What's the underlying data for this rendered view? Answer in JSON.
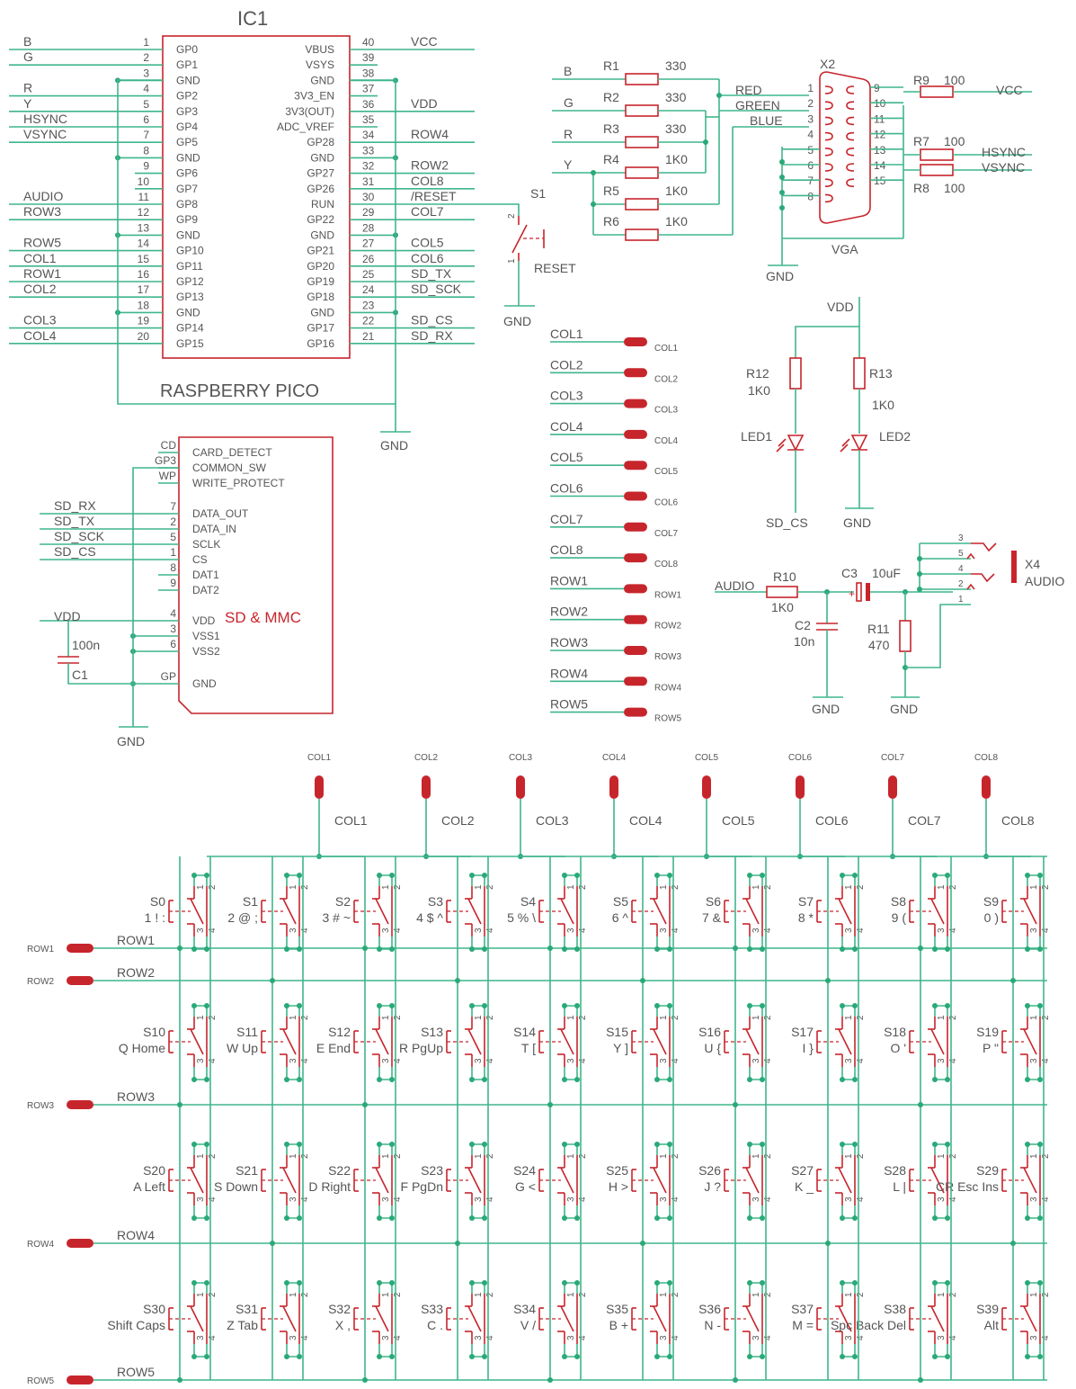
{
  "pico": {
    "ref": "IC1",
    "name": "RASPBERRY PICO",
    "left_pins": [
      {
        "num": "1",
        "pin": "GP0",
        "net": "B"
      },
      {
        "num": "2",
        "pin": "GP1",
        "net": "G"
      },
      {
        "num": "3",
        "pin": "GND",
        "net": ""
      },
      {
        "num": "4",
        "pin": "GP2",
        "net": "R"
      },
      {
        "num": "5",
        "pin": "GP3",
        "net": "Y"
      },
      {
        "num": "6",
        "pin": "GP4",
        "net": "HSYNC"
      },
      {
        "num": "7",
        "pin": "GP5",
        "net": "VSYNC"
      },
      {
        "num": "8",
        "pin": "GND",
        "net": ""
      },
      {
        "num": "9",
        "pin": "GP6",
        "net": ""
      },
      {
        "num": "10",
        "pin": "GP7",
        "net": ""
      },
      {
        "num": "11",
        "pin": "GP8",
        "net": "AUDIO"
      },
      {
        "num": "12",
        "pin": "GP9",
        "net": "ROW3"
      },
      {
        "num": "13",
        "pin": "GND",
        "net": ""
      },
      {
        "num": "14",
        "pin": "GP10",
        "net": "ROW5"
      },
      {
        "num": "15",
        "pin": "GP11",
        "net": "COL1"
      },
      {
        "num": "16",
        "pin": "GP12",
        "net": "ROW1"
      },
      {
        "num": "17",
        "pin": "GP13",
        "net": "COL2"
      },
      {
        "num": "18",
        "pin": "GND",
        "net": ""
      },
      {
        "num": "19",
        "pin": "GP14",
        "net": "COL3"
      },
      {
        "num": "20",
        "pin": "GP15",
        "net": "COL4"
      }
    ],
    "right_pins": [
      {
        "num": "40",
        "pin": "VBUS",
        "net": "VCC"
      },
      {
        "num": "39",
        "pin": "VSYS",
        "net": ""
      },
      {
        "num": "38",
        "pin": "GND",
        "net": ""
      },
      {
        "num": "37",
        "pin": "3V3_EN",
        "net": ""
      },
      {
        "num": "36",
        "pin": "3V3(OUT)",
        "net": "VDD"
      },
      {
        "num": "35",
        "pin": "ADC_VREF",
        "net": ""
      },
      {
        "num": "34",
        "pin": "GP28",
        "net": "ROW4"
      },
      {
        "num": "33",
        "pin": "GND",
        "net": ""
      },
      {
        "num": "32",
        "pin": "GP27",
        "net": "ROW2"
      },
      {
        "num": "31",
        "pin": "GP26",
        "net": "COL8"
      },
      {
        "num": "30",
        "pin": "RUN",
        "net": "/RESET"
      },
      {
        "num": "29",
        "pin": "GP22",
        "net": "COL7"
      },
      {
        "num": "28",
        "pin": "GND",
        "net": ""
      },
      {
        "num": "27",
        "pin": "GP21",
        "net": "COL5"
      },
      {
        "num": "26",
        "pin": "GP20",
        "net": "COL6"
      },
      {
        "num": "25",
        "pin": "GP19",
        "net": "SD_TX"
      },
      {
        "num": "24",
        "pin": "GP18",
        "net": "SD_SCK"
      },
      {
        "num": "23",
        "pin": "GND",
        "net": ""
      },
      {
        "num": "22",
        "pin": "GP17",
        "net": "SD_CS"
      },
      {
        "num": "21",
        "pin": "GP16",
        "net": "SD_RX"
      }
    ],
    "gnd": "GND"
  },
  "vga": {
    "ref": "X2",
    "name": "VGA",
    "gnd": "GND",
    "nets": {
      "red": "RED",
      "green": "GREEN",
      "blue": "BLUE",
      "vcc": "VCC",
      "hsync": "HSYNC",
      "vsync": "VSYNC"
    },
    "left_pins": [
      "1",
      "2",
      "3",
      "4",
      "5",
      "6",
      "7",
      "8"
    ],
    "right_pins": [
      "9",
      "10",
      "11",
      "12",
      "13",
      "14",
      "15"
    ],
    "resistors": [
      {
        "ref": "R1",
        "value": "330",
        "net": "B"
      },
      {
        "ref": "R2",
        "value": "330",
        "net": "G"
      },
      {
        "ref": "R3",
        "value": "330",
        "net": "R"
      },
      {
        "ref": "R4",
        "value": "1K0",
        "net": "Y"
      },
      {
        "ref": "R5",
        "value": "1K0",
        "net": ""
      },
      {
        "ref": "R6",
        "value": "1K0",
        "net": ""
      }
    ],
    "out_resistors": [
      {
        "ref": "R9",
        "value": "100"
      },
      {
        "ref": "R7",
        "value": "100"
      },
      {
        "ref": "R8",
        "value": "100"
      }
    ]
  },
  "reset": {
    "ref": "S1",
    "name": "RESET",
    "gnd": "GND",
    "pin1": "1",
    "pin2": "2"
  },
  "leds": {
    "vdd": "VDD",
    "gnd": "GND",
    "net": "SD_CS",
    "items": [
      {
        "res_ref": "R12",
        "res_value": "1K0",
        "led_ref": "LED1"
      },
      {
        "res_ref": "R13",
        "res_value": "1K0",
        "led_ref": "LED2"
      }
    ]
  },
  "sd": {
    "title": "SD & MMC",
    "pins": [
      {
        "num": "CD",
        "pin": "CARD_DETECT"
      },
      {
        "num": "GP3",
        "pin": "COMMON_SW"
      },
      {
        "num": "WP",
        "pin": "WRITE_PROTECT"
      },
      {
        "num": "7",
        "pin": "DATA_OUT",
        "net": "SD_RX"
      },
      {
        "num": "2",
        "pin": "DATA_IN",
        "net": "SD_TX"
      },
      {
        "num": "5",
        "pin": "SCLK",
        "net": "SD_SCK"
      },
      {
        "num": "1",
        "pin": "CS",
        "net": "SD_CS"
      },
      {
        "num": "8",
        "pin": "DAT1"
      },
      {
        "num": "9",
        "pin": "DAT2"
      },
      {
        "num": "4",
        "pin": "VDD",
        "net": "VDD"
      },
      {
        "num": "3",
        "pin": "VSS1"
      },
      {
        "num": "6",
        "pin": "VSS2"
      },
      {
        "num": "GP",
        "pin": "GND"
      }
    ],
    "cap": {
      "ref": "C1",
      "value": "100n"
    },
    "gnd": "GND"
  },
  "connector": {
    "pads": [
      {
        "net": "COL1",
        "label": "COL1"
      },
      {
        "net": "COL2",
        "label": "COL2"
      },
      {
        "net": "COL3",
        "label": "COL3"
      },
      {
        "net": "COL4",
        "label": "COL4"
      },
      {
        "net": "COL5",
        "label": "COL5"
      },
      {
        "net": "COL6",
        "label": "COL6"
      },
      {
        "net": "COL7",
        "label": "COL7"
      },
      {
        "net": "COL8",
        "label": "COL8"
      },
      {
        "net": "ROW1",
        "label": "ROW1"
      },
      {
        "net": "ROW2",
        "label": "ROW2"
      },
      {
        "net": "ROW3",
        "label": "ROW3"
      },
      {
        "net": "ROW4",
        "label": "ROW4"
      },
      {
        "net": "ROW5",
        "label": "ROW5"
      }
    ]
  },
  "audio": {
    "net": "AUDIO",
    "r10": {
      "ref": "R10",
      "value": "1K0"
    },
    "c3": {
      "ref": "C3",
      "value": "10uF"
    },
    "c2": {
      "ref": "C2",
      "value": "10n"
    },
    "r11": {
      "ref": "R11",
      "value": "470"
    },
    "jack": {
      "ref": "X4",
      "name": "AUDIO",
      "pins": [
        "3",
        "5",
        "4",
        "2",
        "1"
      ]
    },
    "gnd": "GND"
  },
  "keyboard": {
    "cols": [
      "COL1",
      "COL2",
      "COL3",
      "COL4",
      "COL5",
      "COL6",
      "COL7",
      "COL8"
    ],
    "rows": [
      "ROW1",
      "ROW2",
      "ROW3",
      "ROW4",
      "ROW5"
    ],
    "pin_numbers": [
      "1",
      "2",
      "3",
      "4"
    ],
    "keys": [
      {
        "ref": "S0",
        "label": "1 ! :"
      },
      {
        "ref": "S1",
        "label": "2 @ ;"
      },
      {
        "ref": "S2",
        "label": "3 # ~"
      },
      {
        "ref": "S3",
        "label": "4 $ ^"
      },
      {
        "ref": "S4",
        "label": "5 % \\"
      },
      {
        "ref": "S5",
        "label": "6 ^"
      },
      {
        "ref": "S6",
        "label": "7 &"
      },
      {
        "ref": "S7",
        "label": "8 *"
      },
      {
        "ref": "S8",
        "label": "9 ("
      },
      {
        "ref": "S9",
        "label": "0 )"
      },
      {
        "ref": "S10",
        "label": "Q Home"
      },
      {
        "ref": "S11",
        "label": "W Up"
      },
      {
        "ref": "S12",
        "label": "E End"
      },
      {
        "ref": "S13",
        "label": "R PgUp"
      },
      {
        "ref": "S14",
        "label": "T ["
      },
      {
        "ref": "S15",
        "label": "Y ]"
      },
      {
        "ref": "S16",
        "label": "U {"
      },
      {
        "ref": "S17",
        "label": "I }"
      },
      {
        "ref": "S18",
        "label": "O '"
      },
      {
        "ref": "S19",
        "label": "P \""
      },
      {
        "ref": "S20",
        "label": "A Left"
      },
      {
        "ref": "S21",
        "label": "S Down"
      },
      {
        "ref": "S22",
        "label": "D Right"
      },
      {
        "ref": "S23",
        "label": "F PgDn"
      },
      {
        "ref": "S24",
        "label": "G <"
      },
      {
        "ref": "S25",
        "label": "H >"
      },
      {
        "ref": "S26",
        "label": "J ?"
      },
      {
        "ref": "S27",
        "label": "K _"
      },
      {
        "ref": "S28",
        "label": "L |"
      },
      {
        "ref": "S29",
        "label": "CR Esc Ins"
      },
      {
        "ref": "S30",
        "label": "Shift Caps"
      },
      {
        "ref": "S31",
        "label": "Z Tab"
      },
      {
        "ref": "S32",
        "label": "X ,"
      },
      {
        "ref": "S33",
        "label": "C ."
      },
      {
        "ref": "S34",
        "label": "V /"
      },
      {
        "ref": "S35",
        "label": "B +"
      },
      {
        "ref": "S36",
        "label": "N -"
      },
      {
        "ref": "S37",
        "label": "M ="
      },
      {
        "ref": "S38",
        "label": "Spc Back Del"
      },
      {
        "ref": "S39",
        "label": "Alt"
      }
    ]
  }
}
